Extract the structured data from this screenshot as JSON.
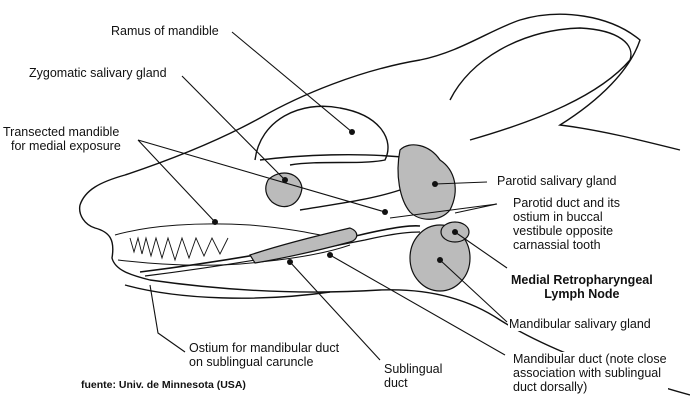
{
  "labels": {
    "ramus": "Ramus of mandible",
    "zygomatic": "Zygomatic salivary gland",
    "transected_1": "Transected  mandible",
    "transected_2": "for medial exposure",
    "parotid_gland": "Parotid salivary gland",
    "parotid_duct_1": "Parotid duct and its",
    "parotid_duct_2": "ostium in buccal",
    "parotid_duct_3": "vestibule opposite",
    "parotid_duct_4": "carnassial tooth",
    "lymph_1": "Medial Retropharyngeal",
    "lymph_2": "Lymph Node",
    "mandibular_gland": "Mandibular salivary gland",
    "ostium_1": "Ostium for mandibular duct",
    "ostium_2": "on sublingual caruncle",
    "sublingual_1": "Sublingual",
    "sublingual_2": "duct",
    "mand_duct_1": "Mandibular duct (note close",
    "mand_duct_2": "association with sublingual",
    "mand_duct_3": "duct dorsally)"
  },
  "source": "fuente: Univ. de Minnesota (USA)"
}
